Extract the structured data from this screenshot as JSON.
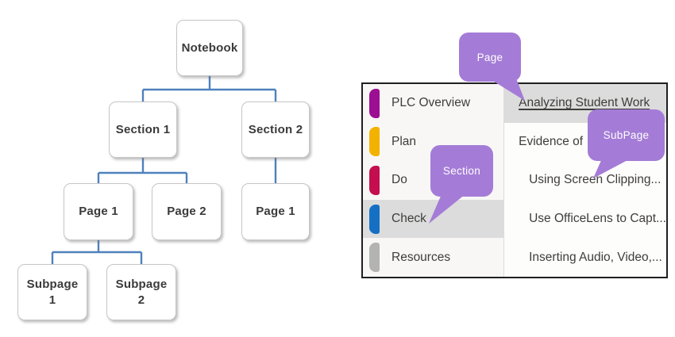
{
  "colors": {
    "callout_purple": "#a47cd7",
    "connector_blue": "#4f81bd",
    "row_highlight": "#dcdcdc"
  },
  "tree": {
    "nodes": [
      {
        "id": "notebook",
        "label": "Notebook"
      },
      {
        "id": "section-1",
        "label": "Section 1"
      },
      {
        "id": "section-2",
        "label": "Section 2"
      },
      {
        "id": "page-1",
        "label": "Page 1"
      },
      {
        "id": "page-2",
        "label": "Page 2"
      },
      {
        "id": "page-1-of-section-2",
        "label": "Page 1"
      },
      {
        "id": "subpage-1",
        "label": "Subpage\n1"
      },
      {
        "id": "subpage-2",
        "label": "Subpage\n2"
      }
    ]
  },
  "panel": {
    "sections": [
      {
        "label": "PLC Overview",
        "color": "#9c0f93"
      },
      {
        "label": "Plan",
        "color": "#f3b200"
      },
      {
        "label": "Do",
        "color": "#c40e4e"
      },
      {
        "label": "Check",
        "color": "#1570c4"
      },
      {
        "label": "Resources",
        "color": "#b3b3b3"
      }
    ],
    "pages": [
      {
        "label": "Analyzing Student Work"
      },
      {
        "label": "Evidence of"
      },
      {
        "label": "Using Screen Clipping..."
      },
      {
        "label": "Use OfficeLens to Capt..."
      },
      {
        "label": "Inserting Audio, Video,..."
      }
    ]
  },
  "callouts": {
    "page": "Page",
    "section": "Section",
    "subpage": "SubPage"
  }
}
